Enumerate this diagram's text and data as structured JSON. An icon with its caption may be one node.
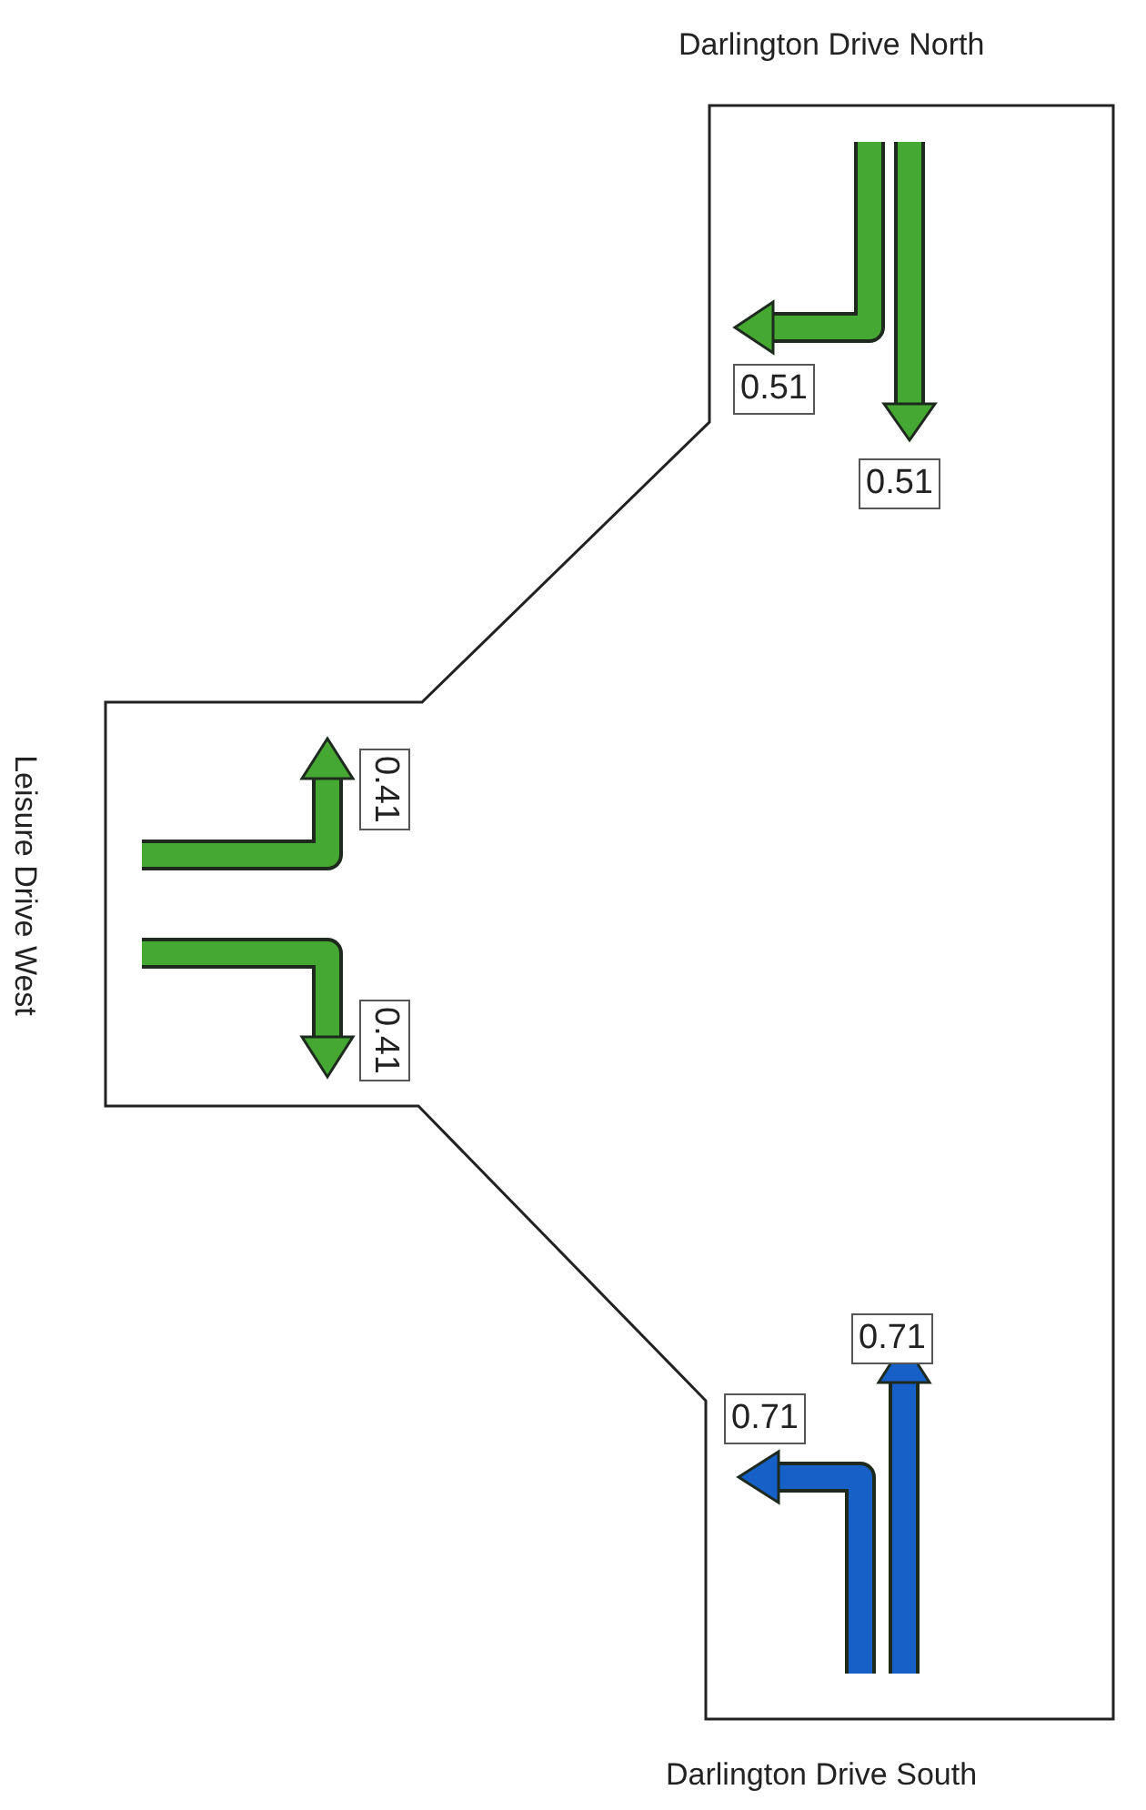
{
  "diagram": {
    "nodes": [
      {
        "text": [
          "0.51"
        ]
      },
      {
        "text": [
          "0.51"
        ]
      },
      {
        "text": [
          "0.41"
        ]
      },
      {
        "text": [
          "0.41"
        ]
      },
      {
        "text": [
          "0.71"
        ]
      },
      {
        "text": [
          "0.71"
        ]
      }
    ],
    "labels": [
      "Darlington Drive North",
      "Leisure Drive West",
      "Darlington Drive South"
    ]
  }
}
